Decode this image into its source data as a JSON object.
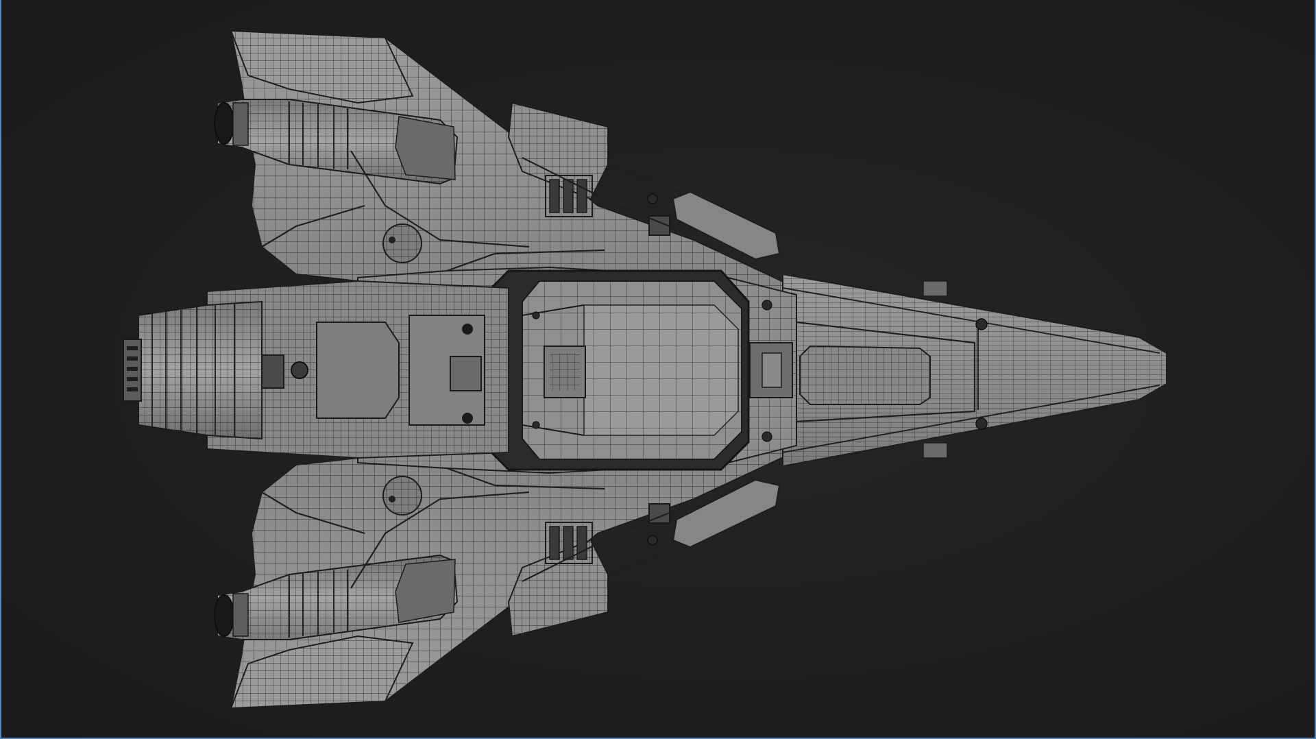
{
  "viewport": {
    "type": "3d-viewport",
    "background_color": "#1f1f1f",
    "border_color": "#5b87b8",
    "shading": "wireframe-on-shaded"
  },
  "model": {
    "icon": "spaceship-wireframe-model",
    "surface_color": "#8c8c8c",
    "wire_color": "#2b2b2b"
  }
}
